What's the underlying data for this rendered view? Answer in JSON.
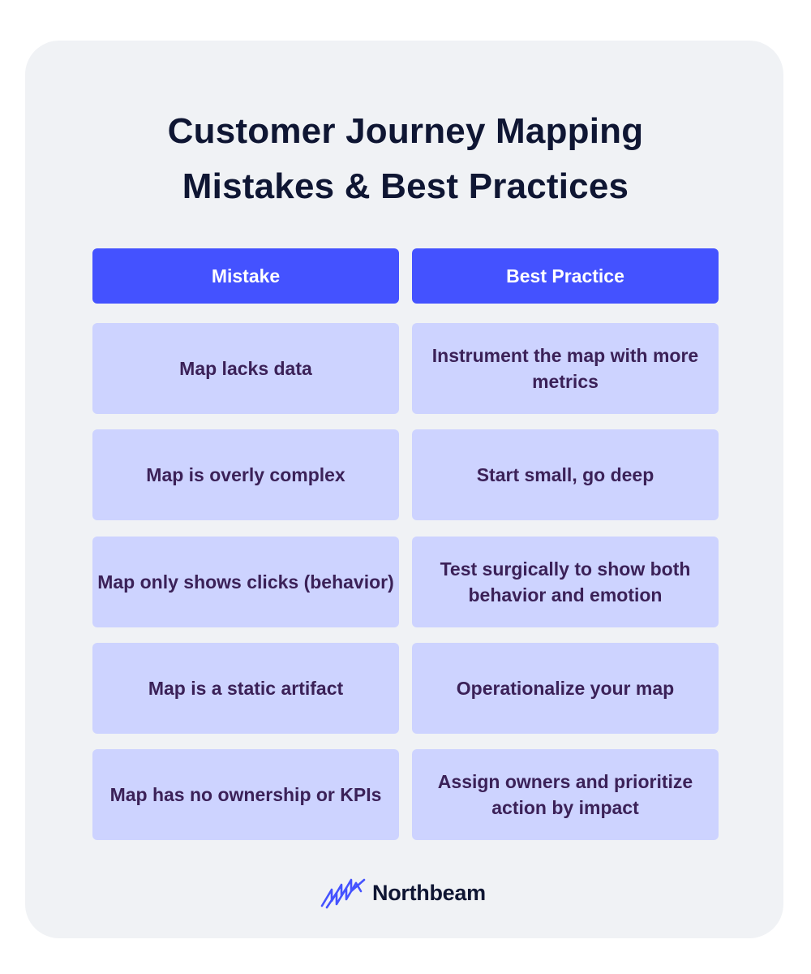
{
  "title": {
    "line1": "Customer Journey Mapping",
    "line2": "Mistakes & Best Practices"
  },
  "table": {
    "headers": [
      "Mistake",
      "Best Practice"
    ],
    "rows": [
      {
        "mistake": "Map lacks data",
        "best_practice": "Instrument the map with more metrics"
      },
      {
        "mistake": "Map is overly complex",
        "best_practice": "Start small, go deep"
      },
      {
        "mistake": "Map only shows clicks (behavior)",
        "best_practice": "Test surgically to show both behavior and emotion"
      },
      {
        "mistake": "Map is a static artifact",
        "best_practice": "Operationalize your map"
      },
      {
        "mistake": "Map has no ownership or KPIs",
        "best_practice": "Assign owners and prioritize action by impact"
      }
    ]
  },
  "logo": {
    "name": "Northbeam",
    "icon": "northbeam-logo-icon"
  },
  "colors": {
    "card_background": "#f0f2f5",
    "header_background": "#4452ff",
    "cell_background": "#cdd3ff",
    "title_text": "#0f1633",
    "cell_text": "#3b2158"
  }
}
